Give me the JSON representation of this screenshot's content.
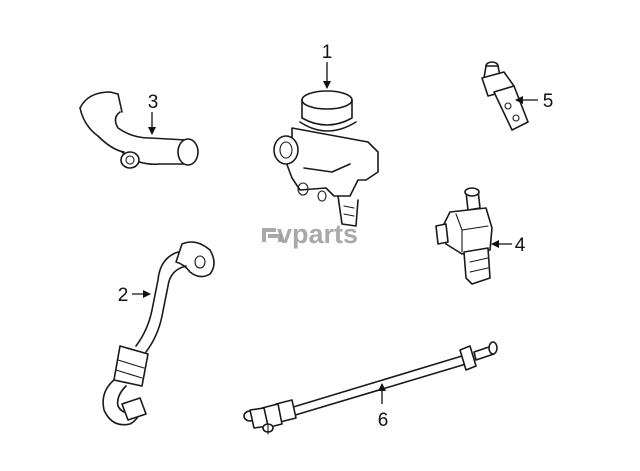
{
  "watermark": {
    "text": "vparts"
  },
  "callouts": [
    {
      "id": "1",
      "label": "1"
    },
    {
      "id": "2",
      "label": "2"
    },
    {
      "id": "3",
      "label": "3"
    },
    {
      "id": "4",
      "label": "4"
    },
    {
      "id": "5",
      "label": "5"
    },
    {
      "id": "6",
      "label": "6"
    }
  ]
}
